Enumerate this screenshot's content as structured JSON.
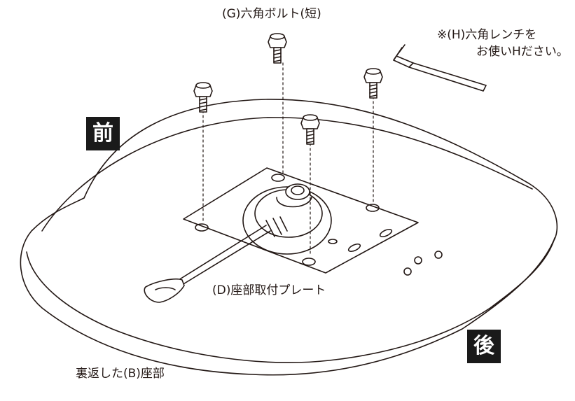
{
  "labels": {
    "bolt": "(G)六角ボルト(短)",
    "wrench_line1": "※(H)六角レンチを",
    "wrench_line2": "お使いHださい。",
    "plate": "(D)座部取付プレート",
    "seat": "裏返した(B)座部"
  },
  "badges": {
    "front": "前",
    "back": "後"
  },
  "colors": {
    "line": "#231815",
    "badge_bg": "#1a1a1a",
    "badge_text": "#ffffff"
  }
}
